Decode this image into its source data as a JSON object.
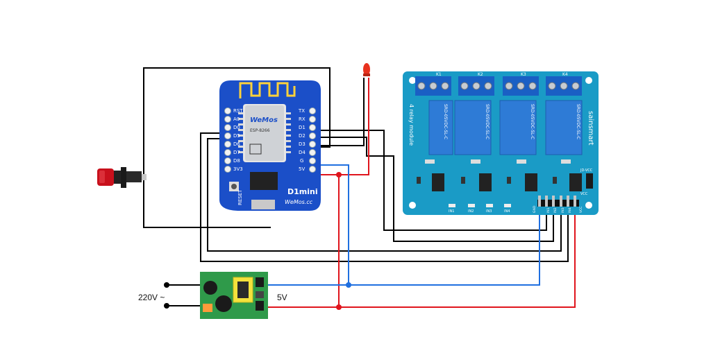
{
  "labels": {
    "mains": "220V ~",
    "supply": "5V"
  },
  "wemos": {
    "brand": "WeMos",
    "model": "D1mini",
    "site": "WeMos.cc",
    "reset": "RESET",
    "module": "ESP-8266",
    "left_pins": [
      "RST",
      "A0",
      "D0",
      "D5",
      "D6",
      "D7",
      "D8",
      "3V3"
    ],
    "right_pins": [
      "TX",
      "RX",
      "D1",
      "D2",
      "D3",
      "D4",
      "G",
      "5V"
    ]
  },
  "relay_board": {
    "brand": "sainsmart",
    "side_text": "4 relay module",
    "relays": [
      "K1",
      "K2",
      "K3",
      "K4"
    ],
    "relay_model": "SRD-05VDC-SL-C",
    "header_pins": [
      "GND",
      "IN1",
      "IN2",
      "IN3",
      "IN4",
      "VCC"
    ],
    "leds": [
      "IN1",
      "IN2",
      "IN3",
      "IN4"
    ],
    "jumper_labels": [
      "JD-VCC",
      "VCC"
    ]
  },
  "colors": {
    "wire_black": "#000000",
    "wire_red": "#e0141c",
    "wire_blue": "#1f6fe0",
    "wemos_pcb": "#1b4fc8",
    "relay_pcb": "#1a9bc6",
    "relay_body": "#2e7bd6",
    "terminal": "#1a5fc4",
    "psu_pcb": "#2f9a4a",
    "button_cap": "#c8101c",
    "led": "#e8321e"
  }
}
